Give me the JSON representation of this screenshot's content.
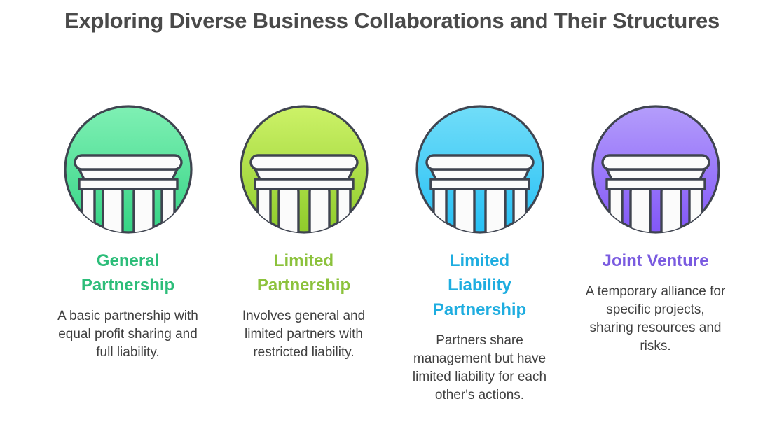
{
  "header": {
    "title": "Exploring Diverse Business Collaborations and Their Structures"
  },
  "colors": {
    "title_text": "#4a4a4a",
    "body_text": "#3f3f3f",
    "background": "#ffffff",
    "icon_outline": "#3f4450"
  },
  "cards": [
    {
      "icon": "pillar-icon",
      "title": "General Partnership",
      "description": "A basic partnership with equal profit sharing and full liability.",
      "title_color": "#2cbd79",
      "gradient_from": "#7ff0b4",
      "gradient_to": "#35d485"
    },
    {
      "icon": "pillar-icon",
      "title": "Limited Partnership",
      "description": "Involves general and limited partners with restricted liability.",
      "title_color": "#8cc23c",
      "gradient_from": "#cdf268",
      "gradient_to": "#8fcc2b"
    },
    {
      "icon": "pillar-icon",
      "title": "Limited Liability Partnership",
      "description": "Partners share management but have limited liability for each other's actions.",
      "title_color": "#1eade0",
      "gradient_from": "#71ddf8",
      "gradient_to": "#27c0f5"
    },
    {
      "icon": "pillar-icon",
      "title": "Joint Venture",
      "description": "A temporary alliance for specific projects, sharing resources and risks.",
      "title_color": "#7a5be0",
      "gradient_from": "#b49dfb",
      "gradient_to": "#8257f8"
    }
  ]
}
